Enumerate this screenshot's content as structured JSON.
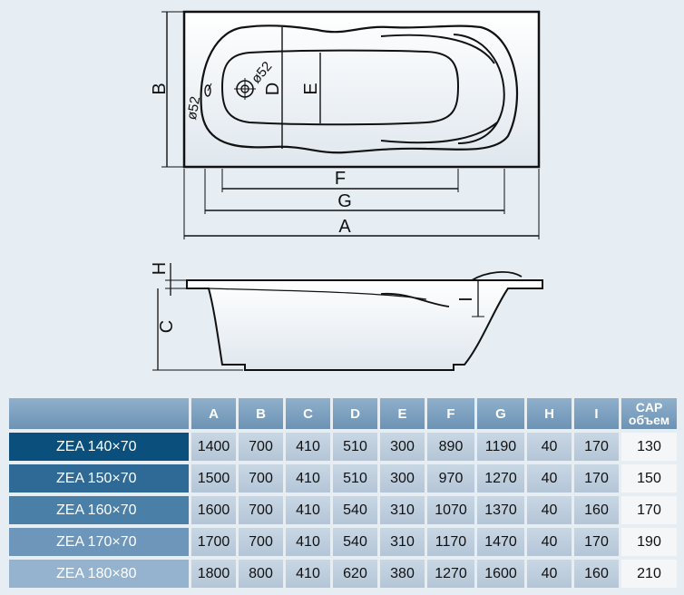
{
  "drawing": {
    "top_view_labels": {
      "A": "A",
      "B": "B",
      "D": "D",
      "E": "E",
      "F": "F",
      "G": "G",
      "hole1": "ø52",
      "hole2": "ø52"
    },
    "side_view_labels": {
      "H": "H",
      "C": "C",
      "I": "I"
    }
  },
  "table": {
    "headers": [
      "A",
      "B",
      "C",
      "D",
      "E",
      "F",
      "G",
      "H",
      "I"
    ],
    "cap_header": [
      "CAP",
      "объем"
    ],
    "rows": [
      {
        "name": "ZEA 140×70",
        "values": [
          "1400",
          "700",
          "410",
          "510",
          "300",
          "890",
          "1190",
          "40",
          "170",
          "130"
        ]
      },
      {
        "name": "ZEA 150×70",
        "values": [
          "1500",
          "700",
          "410",
          "510",
          "300",
          "970",
          "1270",
          "40",
          "170",
          "150"
        ]
      },
      {
        "name": "ZEA 160×70",
        "values": [
          "1600",
          "700",
          "410",
          "540",
          "310",
          "1070",
          "1370",
          "40",
          "160",
          "170"
        ]
      },
      {
        "name": "ZEA 170×70",
        "values": [
          "1700",
          "700",
          "410",
          "540",
          "310",
          "1170",
          "1470",
          "40",
          "170",
          "190"
        ]
      },
      {
        "name": "ZEA 180×80",
        "values": [
          "1800",
          "800",
          "410",
          "620",
          "380",
          "1270",
          "1600",
          "40",
          "160",
          "210"
        ]
      }
    ],
    "row_colors": [
      "#0b4f7c",
      "#2f6a97",
      "#4a7fa8",
      "#6e96bb",
      "#95b3ce"
    ]
  }
}
